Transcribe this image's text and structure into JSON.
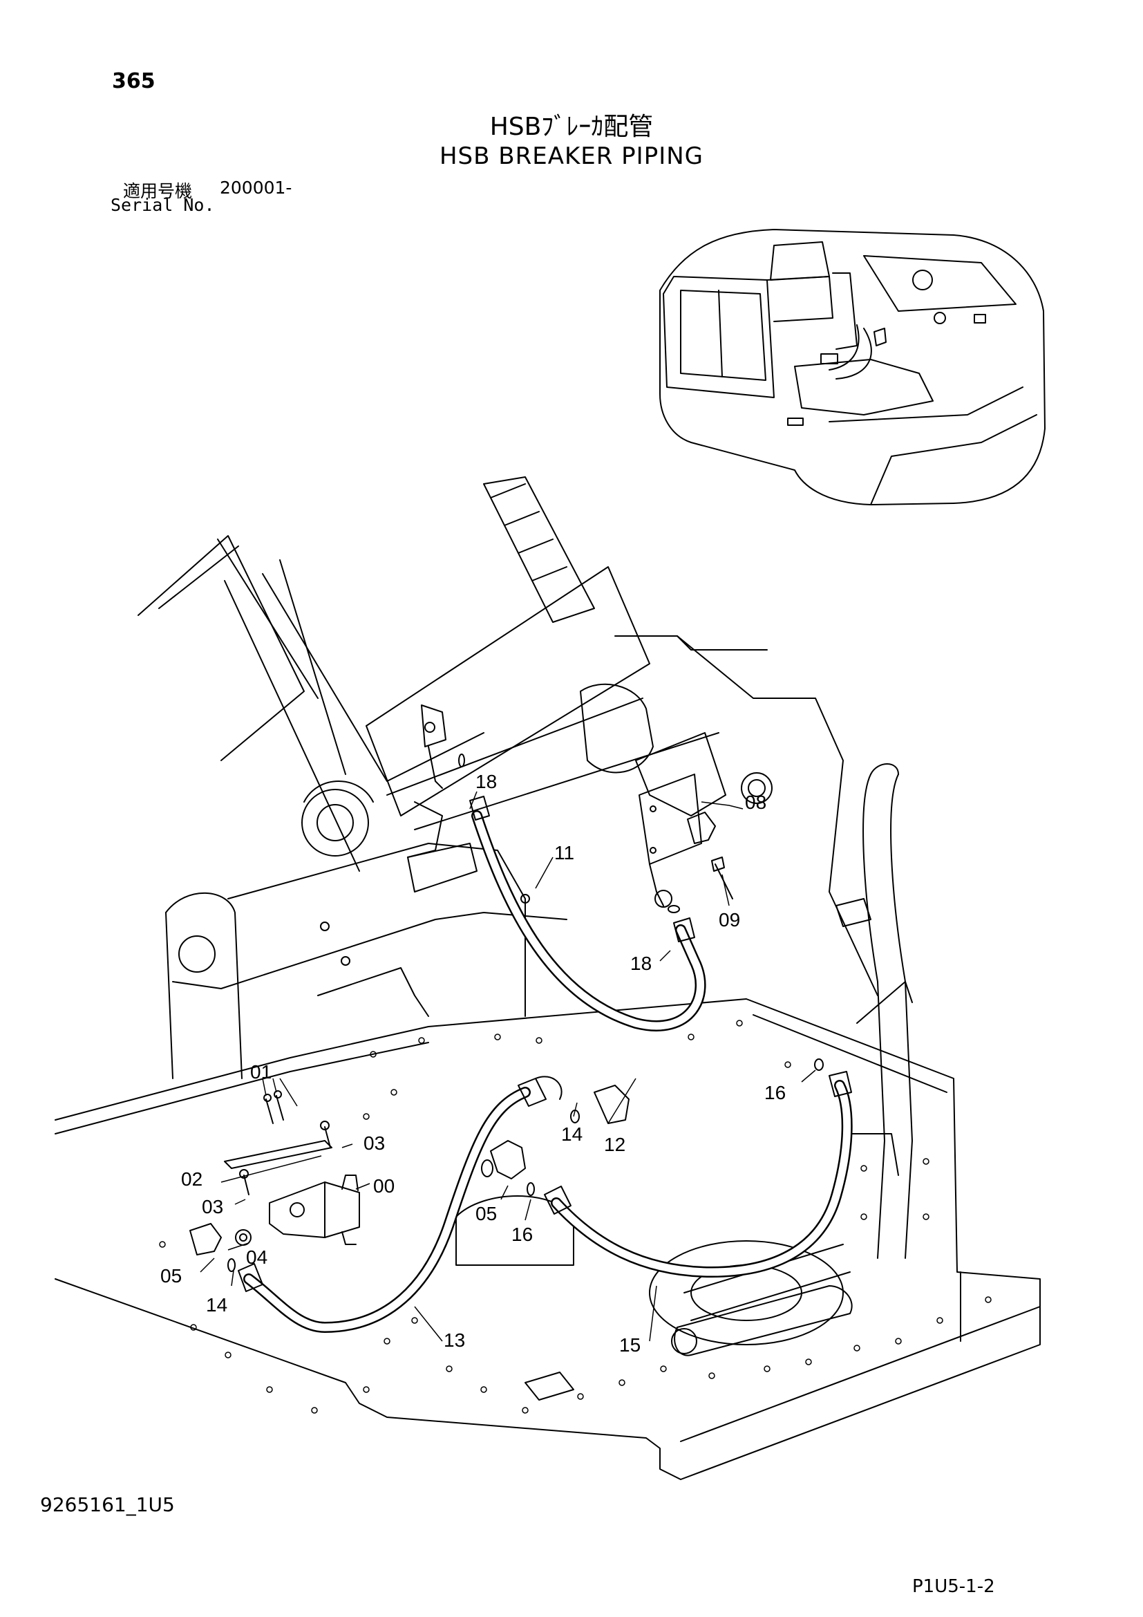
{
  "header": {
    "page_number": "365",
    "title_ja": "HSBﾌﾞﾚｰｶ配管",
    "title_en": "HSB BREAKER PIPING",
    "serial_label_ja": "適用号機",
    "serial_value": "200001-",
    "serial_label_en": "Serial No."
  },
  "footer": {
    "document_code": "9265161_1U5",
    "page_code": "P1U5-1-2"
  },
  "callouts": {
    "c00": "00",
    "c01": "01",
    "c02": "02",
    "c03a": "03",
    "c03b": "03",
    "c04": "04",
    "c05a": "05",
    "c05b": "05",
    "c08": "08",
    "c09": "09",
    "c11": "11",
    "c12": "12",
    "c13": "13",
    "c14a": "14",
    "c14b": "14",
    "c15": "15",
    "c16a": "16",
    "c16b": "16",
    "c18a": "18",
    "c18b": "18"
  }
}
